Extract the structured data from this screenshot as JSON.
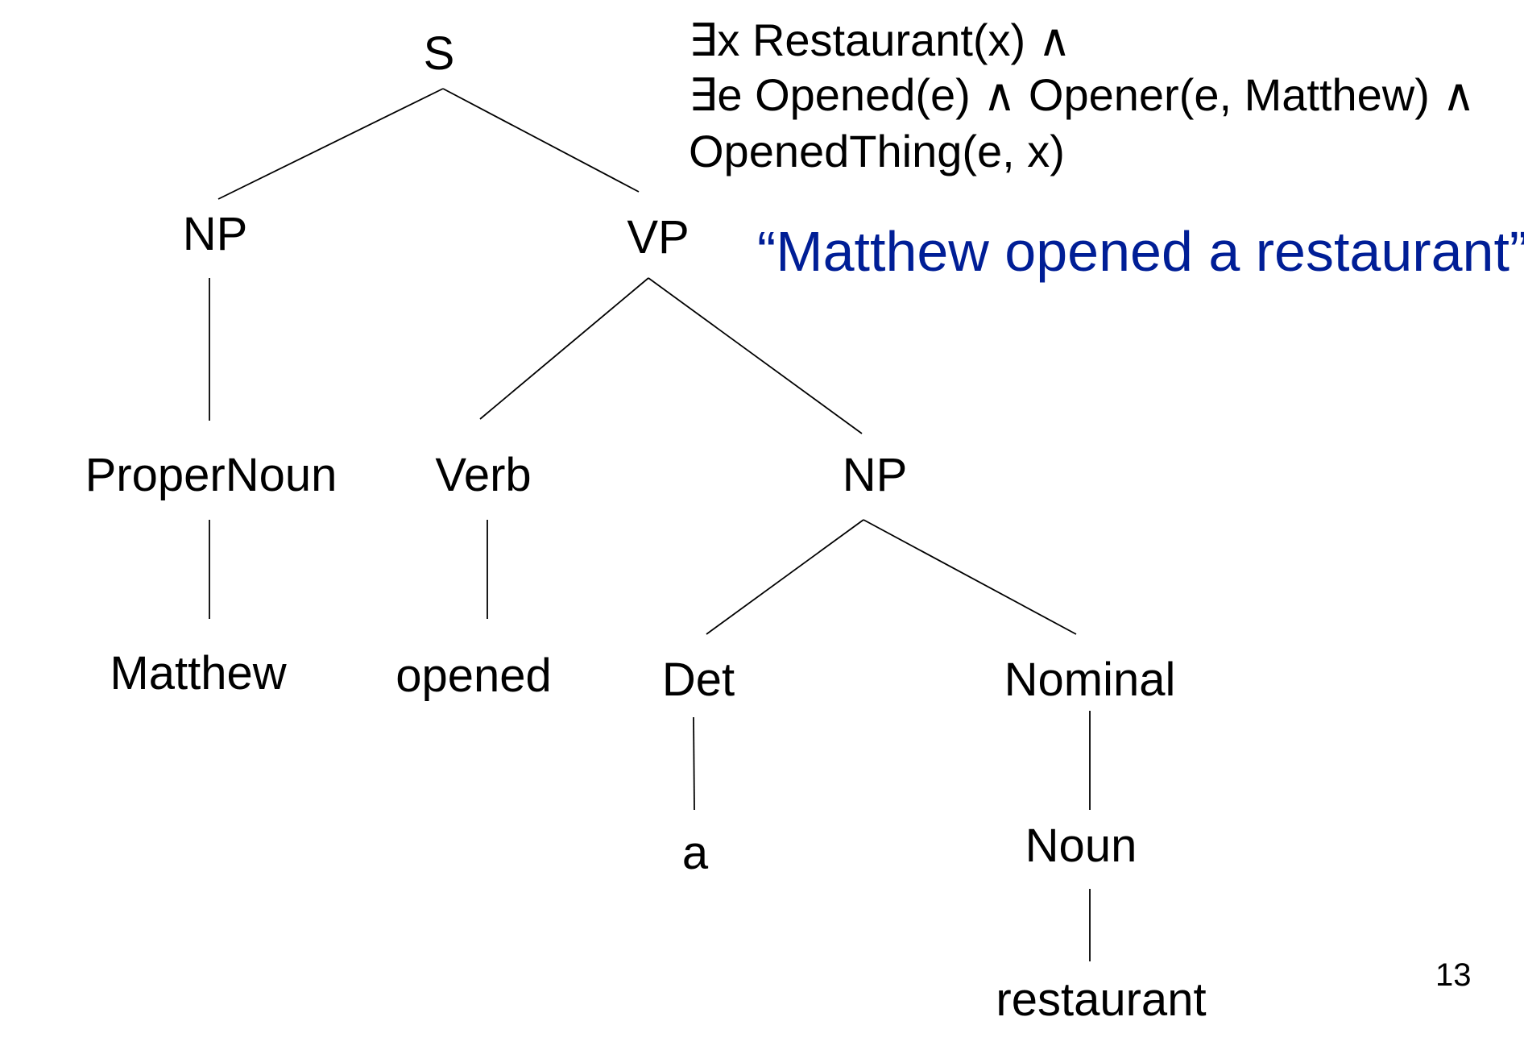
{
  "tree": {
    "nodes": {
      "s": "S",
      "np_subject": "NP",
      "vp": "VP",
      "proper_noun": "ProperNoun",
      "verb": "Verb",
      "np_object": "NP",
      "matthew": "Matthew",
      "opened": "opened",
      "det": "Det",
      "nominal": "Nominal",
      "a": "a",
      "noun": "Noun",
      "restaurant": "restaurant"
    },
    "edges": [
      [
        "s",
        "np_subject"
      ],
      [
        "s",
        "vp"
      ],
      [
        "np_subject",
        "proper_noun"
      ],
      [
        "proper_noun",
        "matthew"
      ],
      [
        "vp",
        "verb"
      ],
      [
        "vp",
        "np_object"
      ],
      [
        "verb",
        "opened"
      ],
      [
        "np_object",
        "det"
      ],
      [
        "np_object",
        "nominal"
      ],
      [
        "det",
        "a"
      ],
      [
        "nominal",
        "noun"
      ],
      [
        "noun",
        "restaurant"
      ]
    ]
  },
  "logic_formula": {
    "line1": "∃x Restaurant(x) ∧",
    "line2": "∃e Opened(e) ∧ Opener(e, Matthew) ∧",
    "line3": "OpenedThing(e, x)"
  },
  "sentence": {
    "text": "“Matthew opened a restaurant”",
    "color": "#001e96"
  },
  "page_number": "13"
}
